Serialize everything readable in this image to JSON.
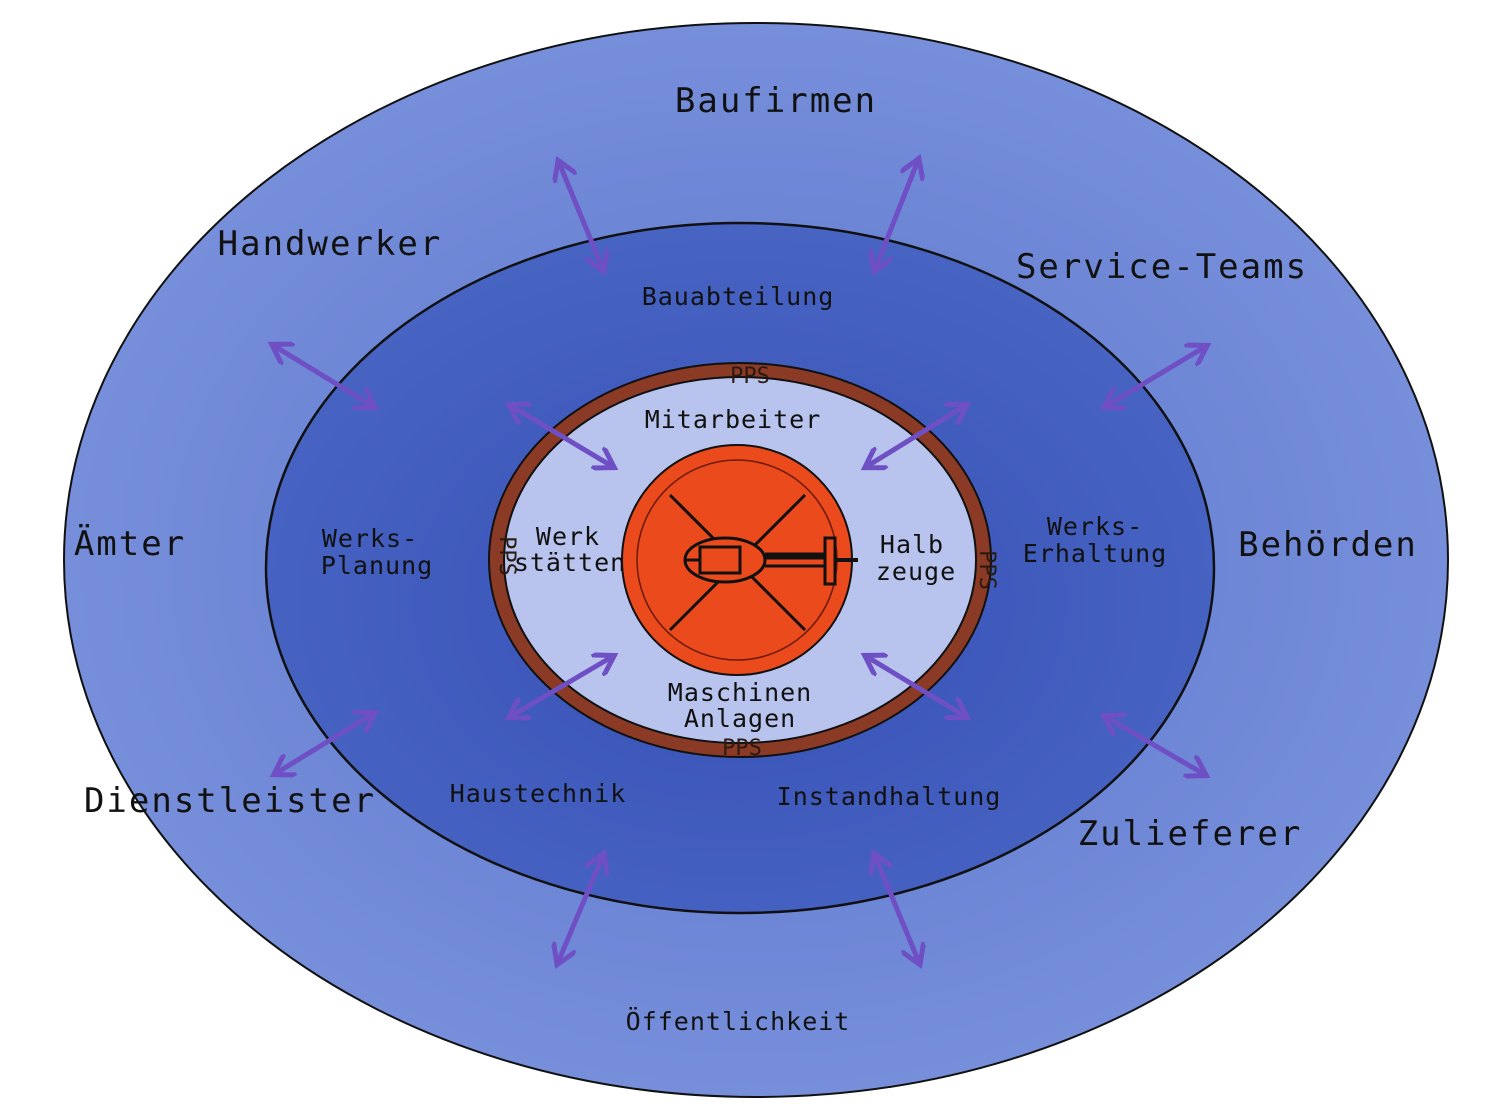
{
  "colors": {
    "outer_ring": "#6d86d6",
    "middle_ring": "#3f5bbd",
    "inner_field": "#b8c4ee",
    "pps_ring": "#8b3a26",
    "core": "#ea4a1c",
    "arrow": "#6f4fc4",
    "outline": "#111111"
  },
  "outer": {
    "top": "Baufirmen",
    "top_left": "Handwerker",
    "top_right": "Service-Teams",
    "left": "Ämter",
    "right": "Behörden",
    "bottom_left": "Dienstleister",
    "bottom_right": "Zulieferer",
    "bottom": "Öffentlichkeit"
  },
  "middle": {
    "top": "Bauabteilung",
    "left_1": "Werks-",
    "left_2": "Planung",
    "right_1": "Werks-",
    "right_2": "Erhaltung",
    "bottom_left": "Haustechnik",
    "bottom_right": "Instandhaltung"
  },
  "inner": {
    "top": "Mitarbeiter",
    "left_1": "Werk",
    "left_2": "stätten",
    "right_1": "Halb",
    "right_2": "zeuge",
    "bottom_1": "Maschinen",
    "bottom_2": "Anlagen"
  },
  "ring_label": "PPS",
  "core_icon": "helicopter-icon"
}
